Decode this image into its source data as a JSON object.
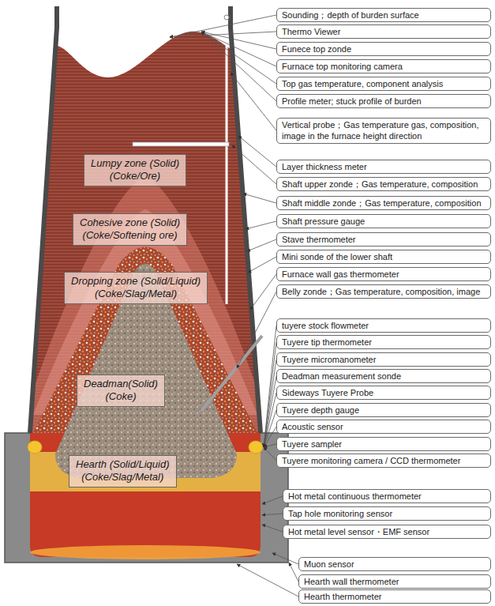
{
  "diagram": {
    "nodes": [
      {
        "text": [
          "Lumpy zone (Solid)",
          "(Coke/Ore)"
        ]
      },
      {
        "text": [
          "Cohesive zone (Solid)",
          "(Coke/Softening ore)"
        ]
      },
      {
        "text": [
          "Dropping zone (Solid/Liquid)",
          "(Coke/Slag/Metal)"
        ]
      },
      {
        "text": [
          "Deadman(Solid)",
          "(Coke)"
        ]
      },
      {
        "text": [
          "Hearth (Solid/Liquid)",
          "(Coke/Slag/Metal)"
        ]
      },
      {
        "text": [
          "Sounding；depth of burden surface"
        ]
      },
      {
        "text": [
          "Thermo Viewer"
        ]
      },
      {
        "text": [
          "Funece top zonde"
        ]
      },
      {
        "text": [
          "Furnace top monitoring camera"
        ]
      },
      {
        "text": [
          "Top gas temperature, component analysis"
        ]
      },
      {
        "text": [
          "Profile meter; stuck profile of burden"
        ]
      },
      {
        "text": [
          "Vertical probe；Gas temperature gas, composition, image in the furnace height direction"
        ]
      },
      {
        "text": [
          "Layer thickness meter"
        ]
      },
      {
        "text": [
          "Shaft upper zonde；Gas temperature, composition"
        ]
      },
      {
        "text": [
          "Shaft middle zonde；Gas temperature, composition"
        ]
      },
      {
        "text": [
          "Shaft pressure gauge"
        ]
      },
      {
        "text": [
          "Stave thermometer"
        ]
      },
      {
        "text": [
          "Mini sonde of the lower shaft"
        ]
      },
      {
        "text": [
          "Furnace wall gas thermometer"
        ]
      },
      {
        "text": [
          "Belly zonde；Gas temperature, composition, image"
        ]
      },
      {
        "text": [
          "tuyere stock flowmeter"
        ]
      },
      {
        "text": [
          "Tuyere tip thermometer"
        ]
      },
      {
        "text": [
          "Tuyere micromanometer"
        ]
      },
      {
        "text": [
          "Deadman measurement sonde"
        ]
      },
      {
        "text": [
          "Sideways Tuyere Probe"
        ]
      },
      {
        "text": [
          "Tuyere depth gauge"
        ]
      },
      {
        "text": [
          "Acoustic sensor"
        ]
      },
      {
        "text": [
          "Tuyere sampler"
        ]
      },
      {
        "text": [
          "Tuyere monitoring camera / CCD thermometer"
        ]
      },
      {
        "text": [
          "Hot metal continuous thermometer"
        ]
      },
      {
        "text": [
          "Tap hole monitoring sensor"
        ]
      },
      {
        "text": [
          "Hot metal level sensor・EMF sensor"
        ]
      },
      {
        "text": [
          "Muon sensor"
        ]
      },
      {
        "text": [
          "Hearth wall thermometer"
        ]
      },
      {
        "text": [
          "Hearth thermometer"
        ]
      }
    ]
  }
}
